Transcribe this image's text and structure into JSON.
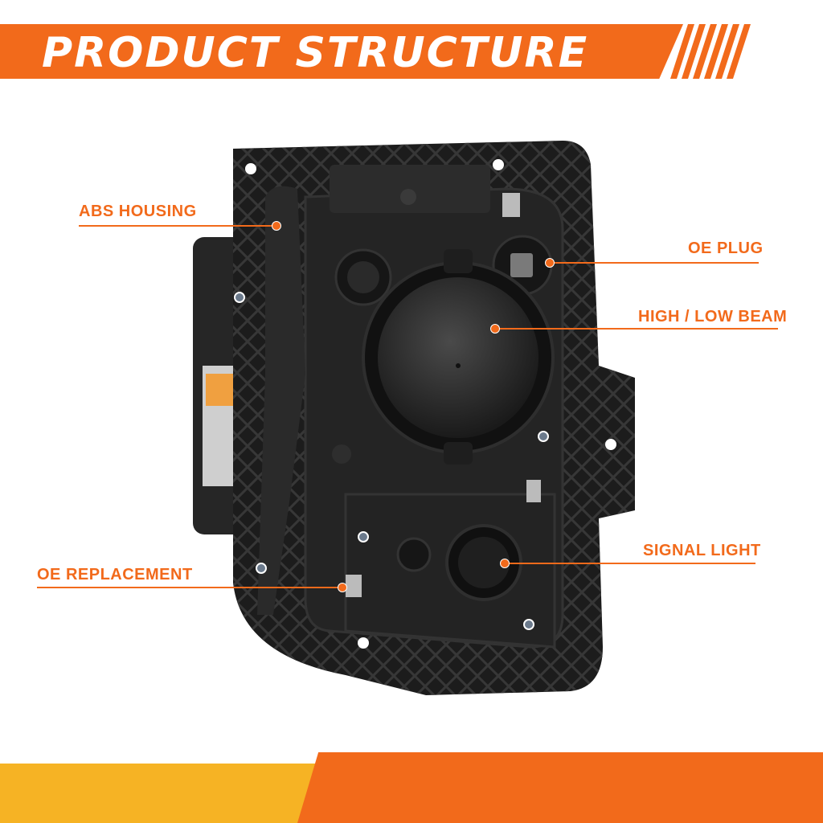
{
  "banner": {
    "title": "PRODUCT STRUCTURE"
  },
  "callouts": {
    "abs_housing": "ABS HOUSING",
    "oe_plug": "OE PLUG",
    "beam": "HIGH / LOW BEAM",
    "oe_replacement": "OE REPLACEMENT",
    "signal_light": "SIGNAL LIGHT"
  },
  "colors": {
    "accent_orange": "#f26a1b",
    "accent_yellow": "#f6b324",
    "housing_black": "#1c1c1c"
  }
}
